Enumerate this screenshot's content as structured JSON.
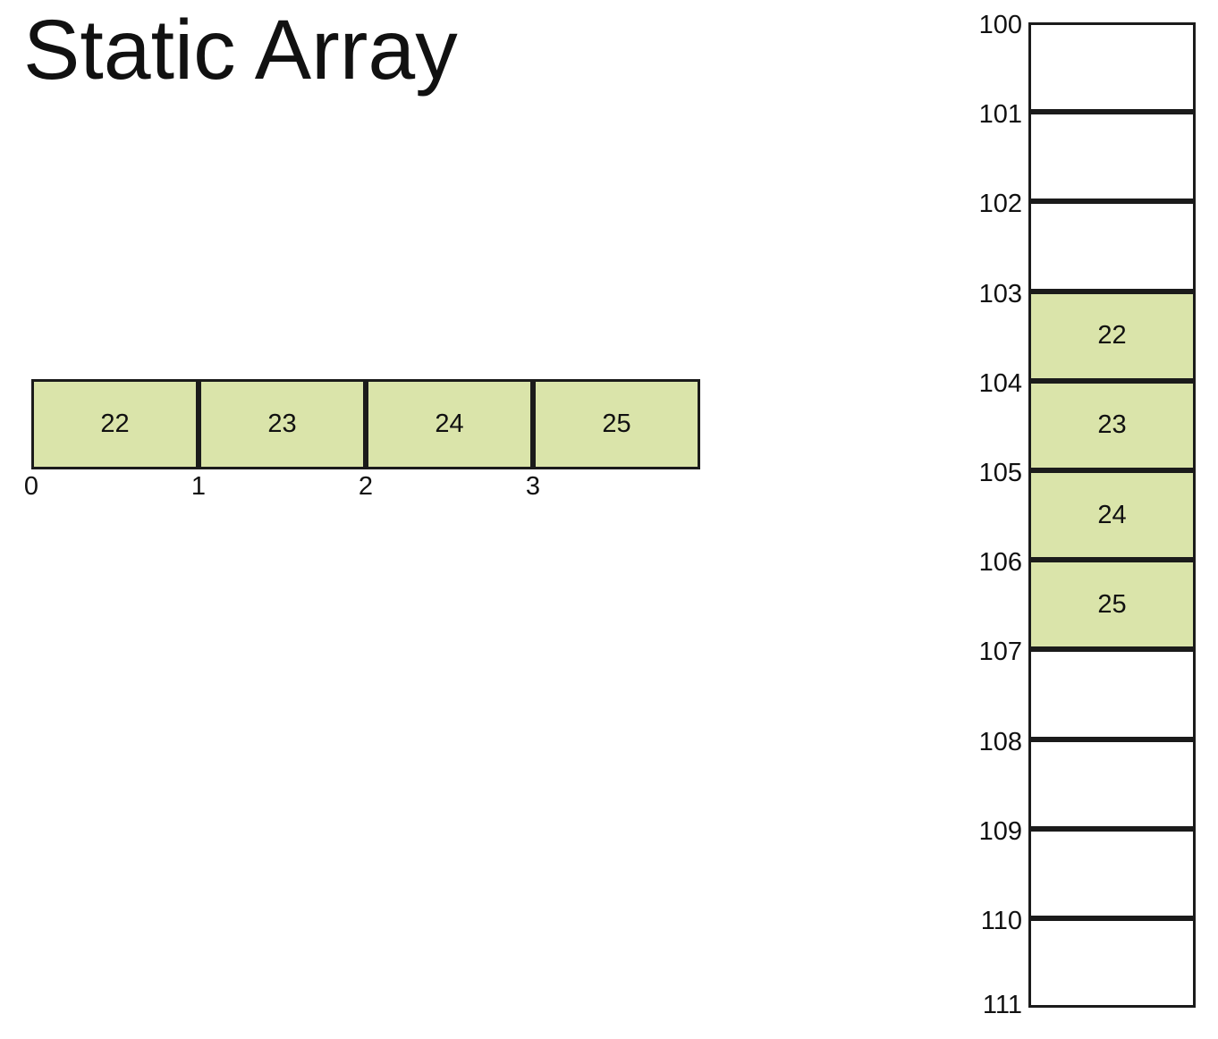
{
  "title": "Static Array",
  "colors": {
    "cell_fill": "#dae4aa",
    "border": "#1b1b1b",
    "background": "#ffffff",
    "text": "#111111"
  },
  "array": {
    "cells": [
      {
        "value": "22",
        "index": "0"
      },
      {
        "value": "23",
        "index": "1"
      },
      {
        "value": "24",
        "index": "2"
      },
      {
        "value": "25",
        "index": "3"
      }
    ]
  },
  "memory": {
    "rows": [
      {
        "address": "100",
        "value": ""
      },
      {
        "address": "101",
        "value": ""
      },
      {
        "address": "102",
        "value": ""
      },
      {
        "address": "103",
        "value": "22"
      },
      {
        "address": "104",
        "value": "23"
      },
      {
        "address": "105",
        "value": "24"
      },
      {
        "address": "106",
        "value": "25"
      },
      {
        "address": "107",
        "value": ""
      },
      {
        "address": "108",
        "value": ""
      },
      {
        "address": "109",
        "value": ""
      },
      {
        "address": "110",
        "value": ""
      }
    ],
    "end_address": "111"
  }
}
